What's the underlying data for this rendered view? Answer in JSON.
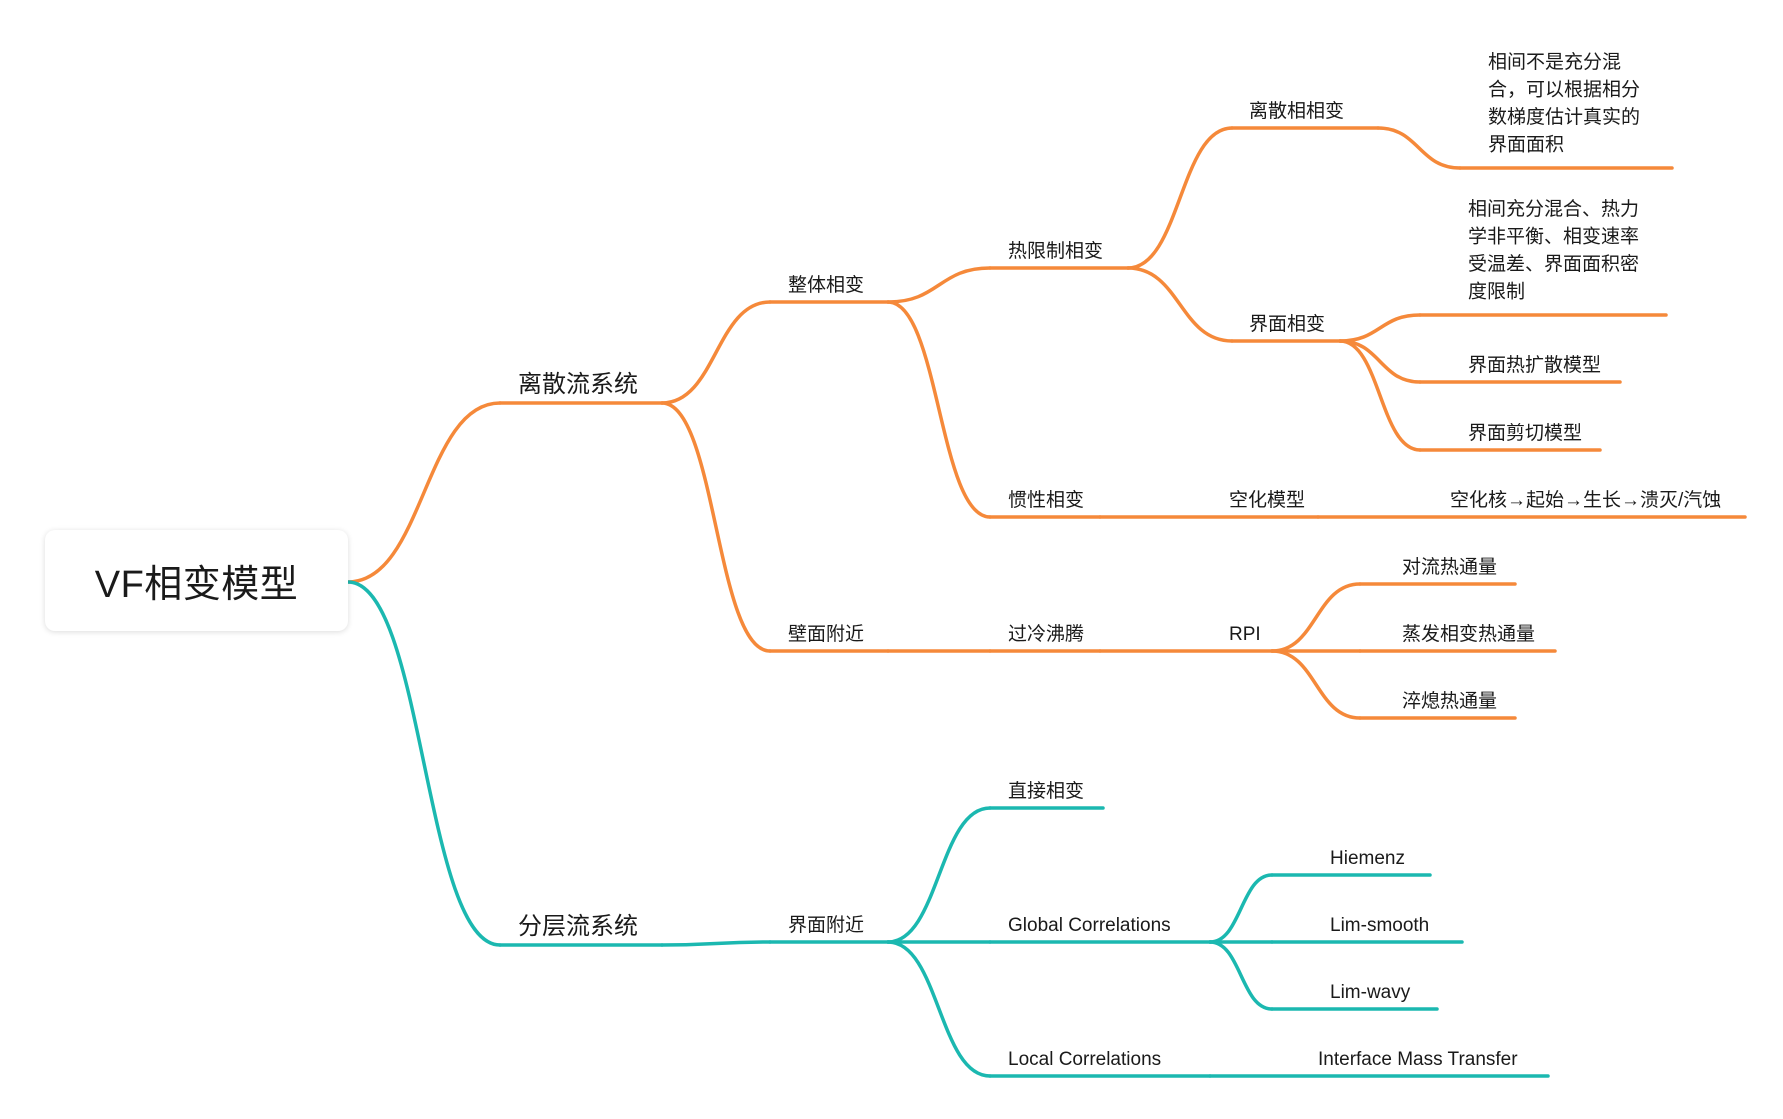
{
  "root": {
    "label": "VF相变模型"
  },
  "colors": {
    "orange": "#F5893A",
    "teal": "#1BB8B0"
  },
  "nodes": [
    {
      "id": "discrete",
      "label": "离散流系统",
      "color": "orange"
    },
    {
      "id": "stratified",
      "label": "分层流系统",
      "color": "teal"
    },
    {
      "id": "bulk",
      "label": "整体相变",
      "color": "orange"
    },
    {
      "id": "wall",
      "label": "壁面附近",
      "color": "orange"
    },
    {
      "id": "thermal",
      "label": "热限制相变",
      "color": "orange"
    },
    {
      "id": "inertial",
      "label": "惯性相变",
      "color": "orange"
    },
    {
      "id": "discrete_pc",
      "label": "离散相相变",
      "color": "orange"
    },
    {
      "id": "discrete_pc_desc",
      "lines": [
        "相间不是充分混",
        "合，可以根据相分",
        "数梯度估计真实的",
        "界面面积"
      ],
      "color": "orange"
    },
    {
      "id": "interface_pc",
      "label": "界面相变",
      "color": "orange"
    },
    {
      "id": "interface_pc_desc",
      "lines": [
        "相间充分混合、热力",
        "学非平衡、相变速率",
        "受温差、界面面积密",
        "度限制"
      ],
      "color": "orange"
    },
    {
      "id": "ihd",
      "label": "界面热扩散模型",
      "color": "orange"
    },
    {
      "id": "ishear",
      "label": "界面剪切模型",
      "color": "orange"
    },
    {
      "id": "cavitation",
      "label": "空化模型",
      "color": "orange"
    },
    {
      "id": "cav_process",
      "label": "空化核→起始→生长→溃灭/汽蚀",
      "color": "orange"
    },
    {
      "id": "subcooled",
      "label": "过冷沸腾",
      "color": "orange"
    },
    {
      "id": "rpi",
      "label": "RPI",
      "color": "orange"
    },
    {
      "id": "conv_flux",
      "label": "对流热通量",
      "color": "orange"
    },
    {
      "id": "evap_flux",
      "label": "蒸发相变热通量",
      "color": "orange"
    },
    {
      "id": "quench_flux",
      "label": "淬熄热通量",
      "color": "orange"
    },
    {
      "id": "near_interface",
      "label": "界面附近",
      "color": "teal"
    },
    {
      "id": "direct_pc",
      "label": "直接相变",
      "color": "teal"
    },
    {
      "id": "global_corr",
      "label": "Global Correlations",
      "color": "teal"
    },
    {
      "id": "hiemenz",
      "label": "Hiemenz",
      "color": "teal"
    },
    {
      "id": "lim_smooth",
      "label": "Lim-smooth",
      "color": "teal"
    },
    {
      "id": "lim_wavy",
      "label": "Lim-wavy",
      "color": "teal"
    },
    {
      "id": "local_corr",
      "label": "Local Correlations",
      "color": "teal"
    },
    {
      "id": "imt",
      "label": "Interface Mass Transfer",
      "color": "teal"
    }
  ]
}
